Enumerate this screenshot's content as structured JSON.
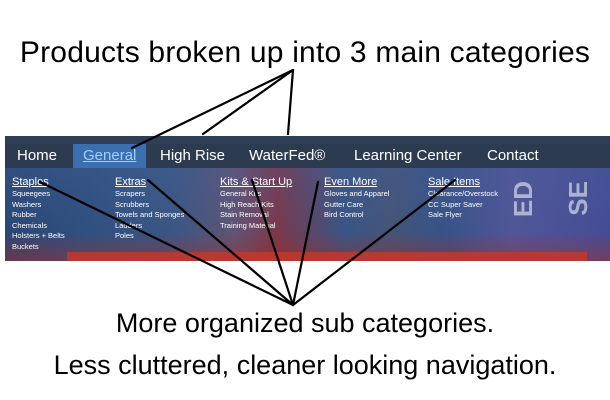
{
  "captions": {
    "top": "Products broken up into 3 main categories",
    "bottom_1": "More organized sub categories.",
    "bottom_2": "Less cluttered, cleaner looking navigation."
  },
  "nav": {
    "items": [
      "Home",
      "General",
      "High Rise",
      "WaterFed®",
      "Learning Center",
      "Contact"
    ],
    "active": "General"
  },
  "menu": {
    "columns": [
      {
        "heading": "Staples",
        "items": [
          "Squeegees",
          "Washers",
          "Rubber",
          "Chemicals",
          "Holsters + Belts",
          "Buckets"
        ]
      },
      {
        "heading": "Extras",
        "items": [
          "Scrapers",
          "Scrubbers",
          "Towels and Sponges",
          "Ladders",
          "Poles"
        ]
      },
      {
        "heading": "Kits & Start Up",
        "items": [
          "General Kits",
          "High Reach Kits",
          "Stain Removal",
          "Training Material"
        ]
      },
      {
        "heading": "Even More",
        "items": [
          "Gloves and Apparel",
          "Gutter Care",
          "Bird Control"
        ]
      },
      {
        "heading": "Sale Items",
        "items": [
          "Clearance/Overstock",
          "CC Super Saver",
          "Sale Flyer"
        ]
      }
    ]
  },
  "background_text": [
    "ED",
    "SE"
  ],
  "colors": {
    "nav_bg": "#2d3b50",
    "active_bg": "#3b6fb0",
    "link_active": "#9fd0ff"
  }
}
